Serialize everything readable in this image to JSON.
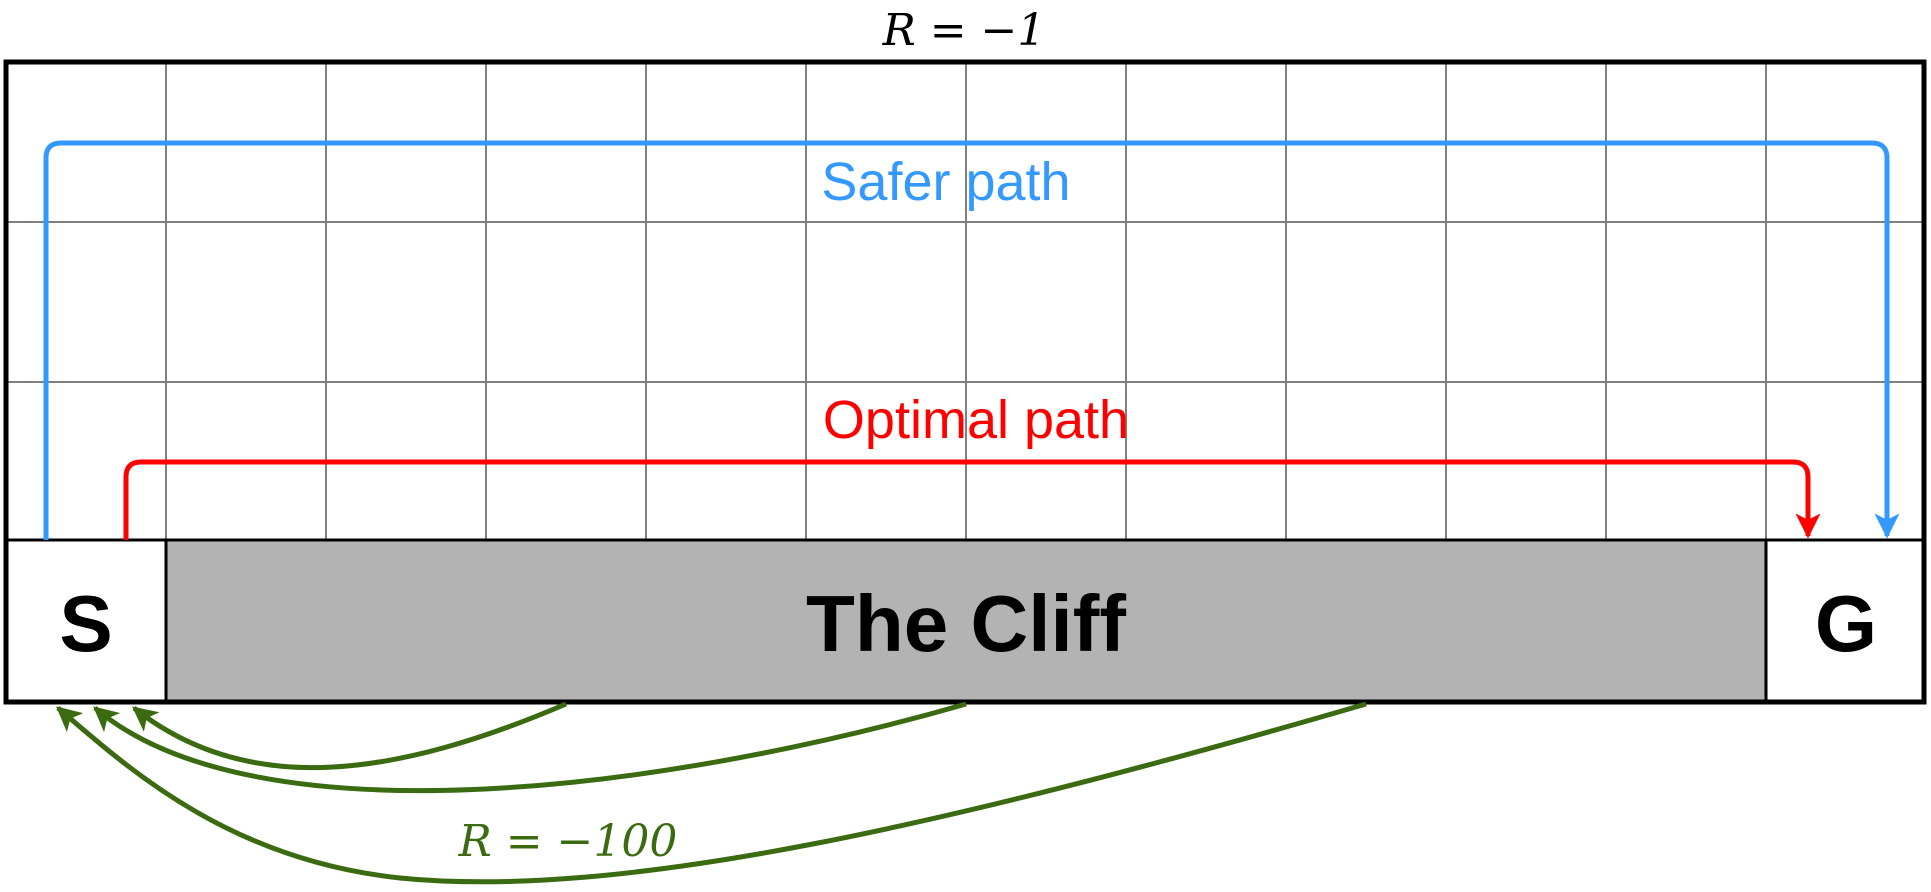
{
  "top_label": "R =  −1",
  "bottom_label": "R =  −100",
  "start_label": "S",
  "goal_label": "G",
  "cliff_label": "The Cliff",
  "safer_path_label": "Safer path",
  "optimal_path_label": "Optimal path",
  "colors": {
    "safer": "#3399ff",
    "optimal": "#ff0000",
    "cliff_fill": "#b3b3b3",
    "penalty": "#3a6b11",
    "grid": "#808080",
    "border": "#000000"
  }
}
